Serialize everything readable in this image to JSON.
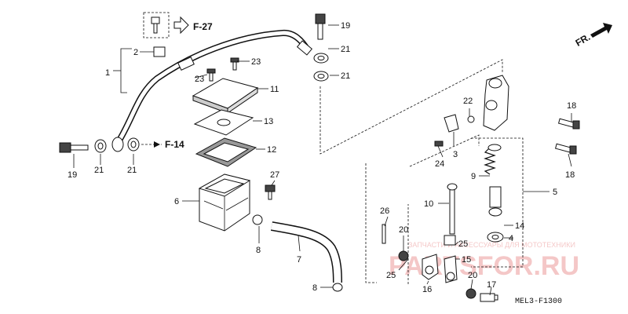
{
  "diagram": {
    "code": "MEL3-F1300",
    "direction_label": "FR.",
    "ref_top": "F-27",
    "ref_left": "F-14",
    "watermark_text": "ЗАПЧАСТИ И АКСЕССУАРЫ ДЛЯ МОТОТЕХНИКИ",
    "watermark_brand": "PARTSFOR.RU",
    "callouts": {
      "c1": "1",
      "c2": "2",
      "c3": "3",
      "c4": "4",
      "c5": "5",
      "c6": "6",
      "c7": "7",
      "c8a": "8",
      "c8b": "8",
      "c9": "9",
      "c10": "10",
      "c11": "11",
      "c12": "12",
      "c13": "13",
      "c14": "14",
      "c15": "15",
      "c16": "16",
      "c17": "17",
      "c18a": "18",
      "c18b": "18",
      "c19a": "19",
      "c19b": "19",
      "c20a": "20",
      "c20b": "20",
      "c21a": "21",
      "c21b": "21",
      "c21c": "21",
      "c21d": "21",
      "c22": "22",
      "c23a": "23",
      "c23b": "23",
      "c24": "24",
      "c25a": "25",
      "c25b": "25",
      "c26": "26",
      "c27": "27"
    }
  }
}
